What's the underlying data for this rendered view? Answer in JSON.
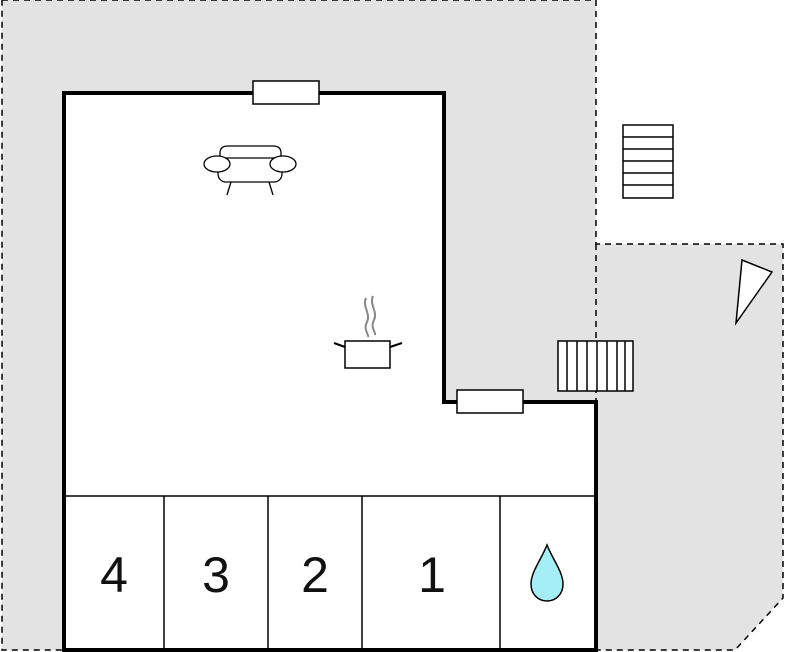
{
  "colors": {
    "terrace": "#e3e3e3",
    "wall": "#000000",
    "floor": "#ffffff",
    "water": "#a6eef5",
    "steam": "#888888"
  },
  "rooms": [
    {
      "label": "4"
    },
    {
      "label": "3"
    },
    {
      "label": "2"
    },
    {
      "label": "1"
    }
  ],
  "icons": [
    "sofa-icon",
    "cooking-pot-icon",
    "water-drop-icon",
    "stairs-icon",
    "compass-icon",
    "window-icon"
  ]
}
